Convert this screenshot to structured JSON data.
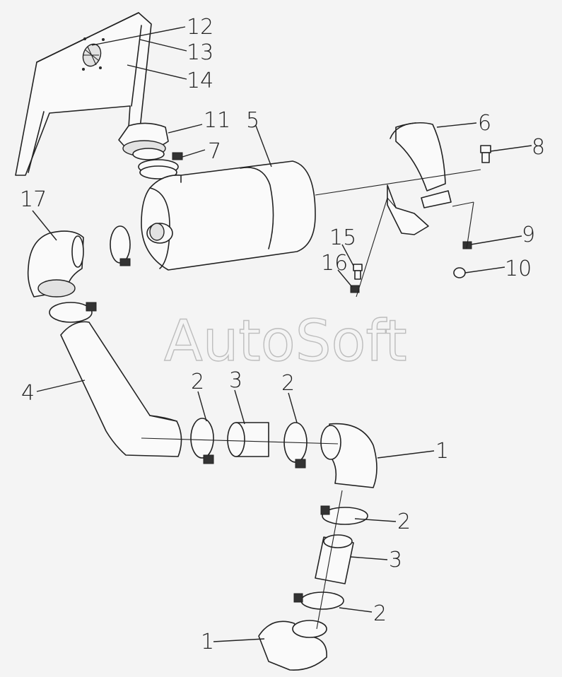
{
  "watermark": "AutoSoft",
  "callouts": {
    "c12": "12",
    "c13": "13",
    "c14": "14",
    "c11": "11",
    "c7": "7",
    "c5": "5",
    "c6": "6",
    "c8": "8",
    "c17": "17",
    "c15": "15",
    "c16": "16",
    "c9": "9",
    "c10": "10",
    "c4": "4",
    "c2a": "2",
    "c3a": "3",
    "c2b": "2",
    "c1a": "1",
    "c2c": "2",
    "c3b": "3",
    "c2d": "2",
    "c1b": "1"
  }
}
